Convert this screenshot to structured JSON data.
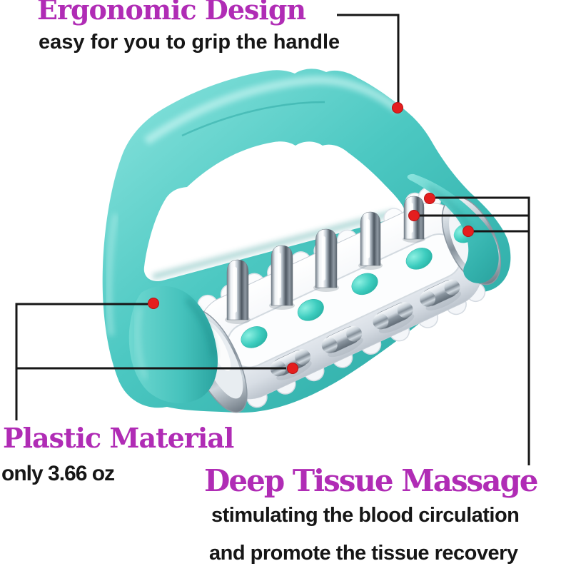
{
  "page": {
    "background": "#ffffff"
  },
  "colors": {
    "accent_magenta": "#b02cb5",
    "body_text": "#161616",
    "handle_teal": "#4cc8c2",
    "roller_dot_teal": "#3ecdbf",
    "callout_line": "#161616",
    "callout_dot": "#e41e1e",
    "chrome_silver": "#b9c3cc"
  },
  "product": {
    "illustration": "handheld-cellulite-massage-roller"
  },
  "callouts": {
    "ergonomic": {
      "title": "Ergonomic Design",
      "subtitle": "easy for you to grip the handle"
    },
    "plastic": {
      "title": "Plastic Material",
      "subtitle": "only 3.66 oz"
    },
    "deep_tissue": {
      "title": "Deep Tissue Massage",
      "line1": "stimulating the blood circulation",
      "line2": "and promote the tissue recovery"
    }
  }
}
